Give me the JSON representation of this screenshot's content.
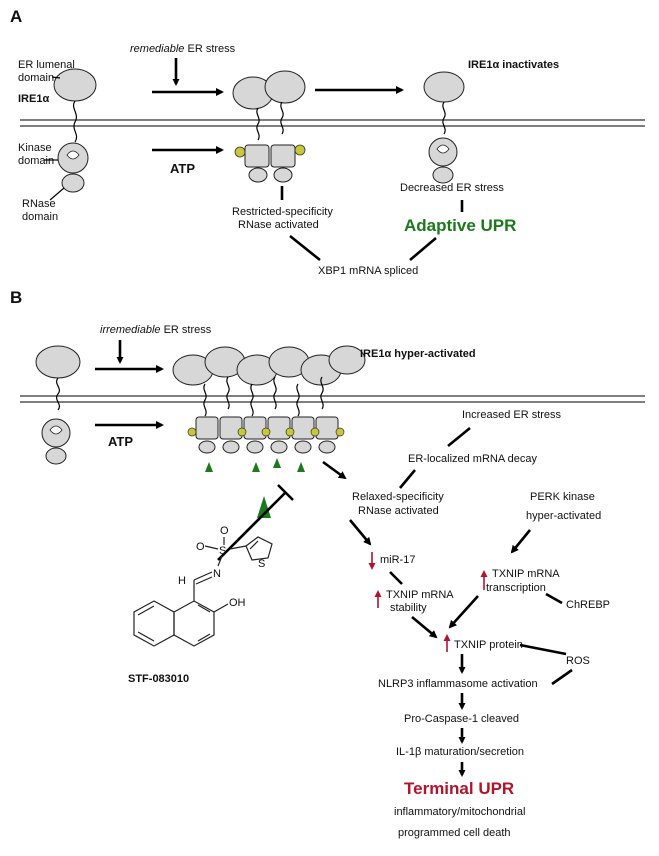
{
  "panel_a": {
    "label": "A",
    "er_lumenal_domain": [
      "ER lumenal",
      "domain"
    ],
    "ire1": "IRE1α",
    "remediable_word": "remediable",
    "er_stress_suffix": " ER stress",
    "ire1_inactivates": "IRE1α inactivates",
    "kinase_domain": [
      "Kinase",
      "domain"
    ],
    "rnase_domain": [
      "RNase",
      "domain"
    ],
    "atp": "ATP",
    "decreased_stress": "Decreased ER stress",
    "restricted": [
      "Restricted-specificity",
      "RNase activated"
    ],
    "adaptive": "Adaptive UPR",
    "xbp1": "XBP1 mRNA spliced"
  },
  "panel_b": {
    "label": "B",
    "irremediable_word": "irremediable",
    "er_stress_suffix": " ER stress",
    "hyper": "IRE1α hyper-activated",
    "atp": "ATP",
    "increased_stress": "Increased ER stress",
    "er_decay": "ER-localized mRNA decay",
    "relaxed": [
      "Relaxed-specificity",
      "RNase activated"
    ],
    "perk": [
      "PERK kinase",
      "hyper-activated"
    ],
    "mir17": "miR-17",
    "txnip_stab": [
      "TXNIP mRNA",
      "stability"
    ],
    "txnip_trans": [
      "TXNIP mRNA",
      "transcription"
    ],
    "chrebp": "ChREBP",
    "txnip_protein": "TXNIP protein",
    "ros": "ROS",
    "nlrp3": "NLRP3 inflammasome activation",
    "procasp": "Pro-Caspase-1 cleaved",
    "il1b": "IL-1β maturation/secretion",
    "terminal": "Terminal UPR",
    "death": [
      "inflammatory/mitochondrial",
      "programmed cell death"
    ],
    "compound": "STF-083010",
    "oh": "OH",
    "s": "S",
    "o": "O",
    "n": "N",
    "h": "H"
  },
  "colors": {
    "green": "#1b7a1b",
    "red": "#b3142b",
    "protein": "#d7d7d7",
    "phospho": "#c9c63a"
  }
}
